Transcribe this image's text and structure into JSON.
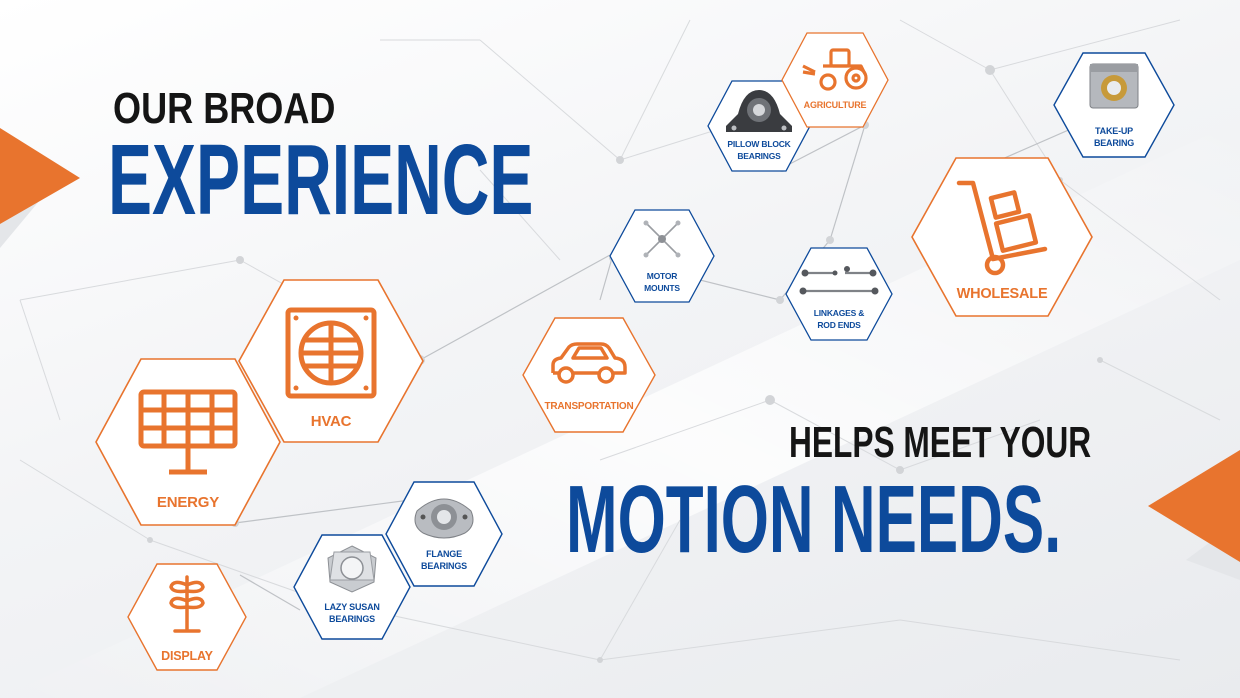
{
  "headline": {
    "line1": "OUR BROAD",
    "line2": "EXPERIENCE",
    "line3": "HELPS MEET YOUR",
    "line4": "MOTION NEEDS."
  },
  "hexagons": {
    "energy": "ENERGY",
    "hvac": "HVAC",
    "display": "DISPLAY",
    "lazy_susan_1": "LAZY SUSAN",
    "lazy_susan_2": "BEARINGS",
    "flange_1": "FLANGE",
    "flange_2": "BEARINGS",
    "transportation": "TRANSPORTATION",
    "motor_mounts_1": "MOTOR",
    "motor_mounts_2": "MOUNTS",
    "pillow_block_1": "PILLOW BLOCK",
    "pillow_block_2": "BEARINGS",
    "agriculture": "AGRICULTURE",
    "linkages_1": "LINKAGES &",
    "linkages_2": "ROD ENDS",
    "take_up_1": "TAKE-UP",
    "take_up_2": "BEARING",
    "wholesale": "WHOLESALE"
  },
  "colors": {
    "orange": "#e8742e",
    "blue": "#0d4a9b",
    "dark": "#151515"
  }
}
